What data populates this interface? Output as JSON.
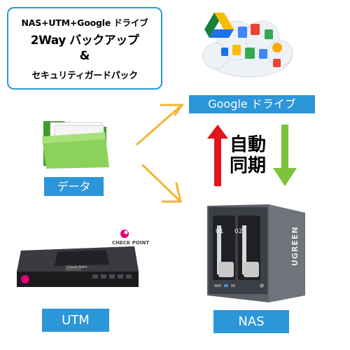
{
  "title": {
    "line1": "NAS+UTM+Google ドライブ",
    "line2": "2Way バックアップ",
    "line3": "&",
    "line4": "セキュリティガードパック"
  },
  "labels": {
    "google_drive": "Google ドライブ",
    "data": "データ",
    "utm": "UTM",
    "nas": "NAS"
  },
  "sync": {
    "line1": "自動",
    "line2": "同期"
  },
  "devices": {
    "utm_vendor": "CHECK POINT",
    "utm_model": "Check Point",
    "nas_bay1": "01",
    "nas_bay2": "02",
    "nas_brand": "UGREEN"
  },
  "colors": {
    "accent": "#2b96d8",
    "up_arrow": "#e0141c",
    "down_arrow": "#7cc23a",
    "flow_arrow": "#f4b431"
  }
}
